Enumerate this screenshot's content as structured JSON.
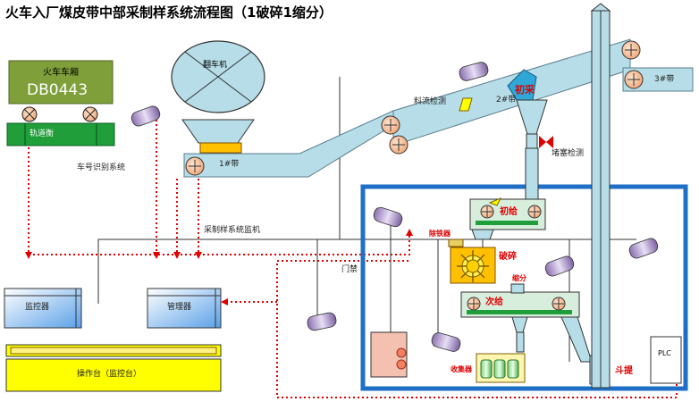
{
  "title": "火车入厂煤皮带中部采制样系统流程图（1破碎1缩分）",
  "labels": {
    "train_car": "火车车厢",
    "car_id": "DB0443",
    "track": "轨道衡",
    "dumper": "翻车机",
    "belt1": "1#带",
    "belt2": "2#带",
    "belt3": "3#带",
    "flow_detect": "料流检测",
    "primary_sampling": "初采",
    "clog_detect": "堵塞检测",
    "car_id_system": "车号识别系统",
    "monitor_system": "采制样系统监机",
    "gate": "门禁",
    "monitor": "监控器",
    "manager": "管理器",
    "console": "操作台（监控台）",
    "primary_feeder": "初给",
    "deironer": "除铁器",
    "crusher": "破碎",
    "divider": "缩分",
    "secondary_feeder": "次给",
    "collector": "收集器",
    "bucket_elevator": "斗提",
    "plc": "PLC"
  },
  "colors": {
    "belt_blue": "#b6dde8",
    "train_green": "#7f9f3a",
    "track_green": "#1f9e3a",
    "control_blue": "#1f6fc7",
    "signal_red": "#e00000",
    "console_yellow": "#ffff00",
    "knob_orange": "#f8c8a0"
  }
}
